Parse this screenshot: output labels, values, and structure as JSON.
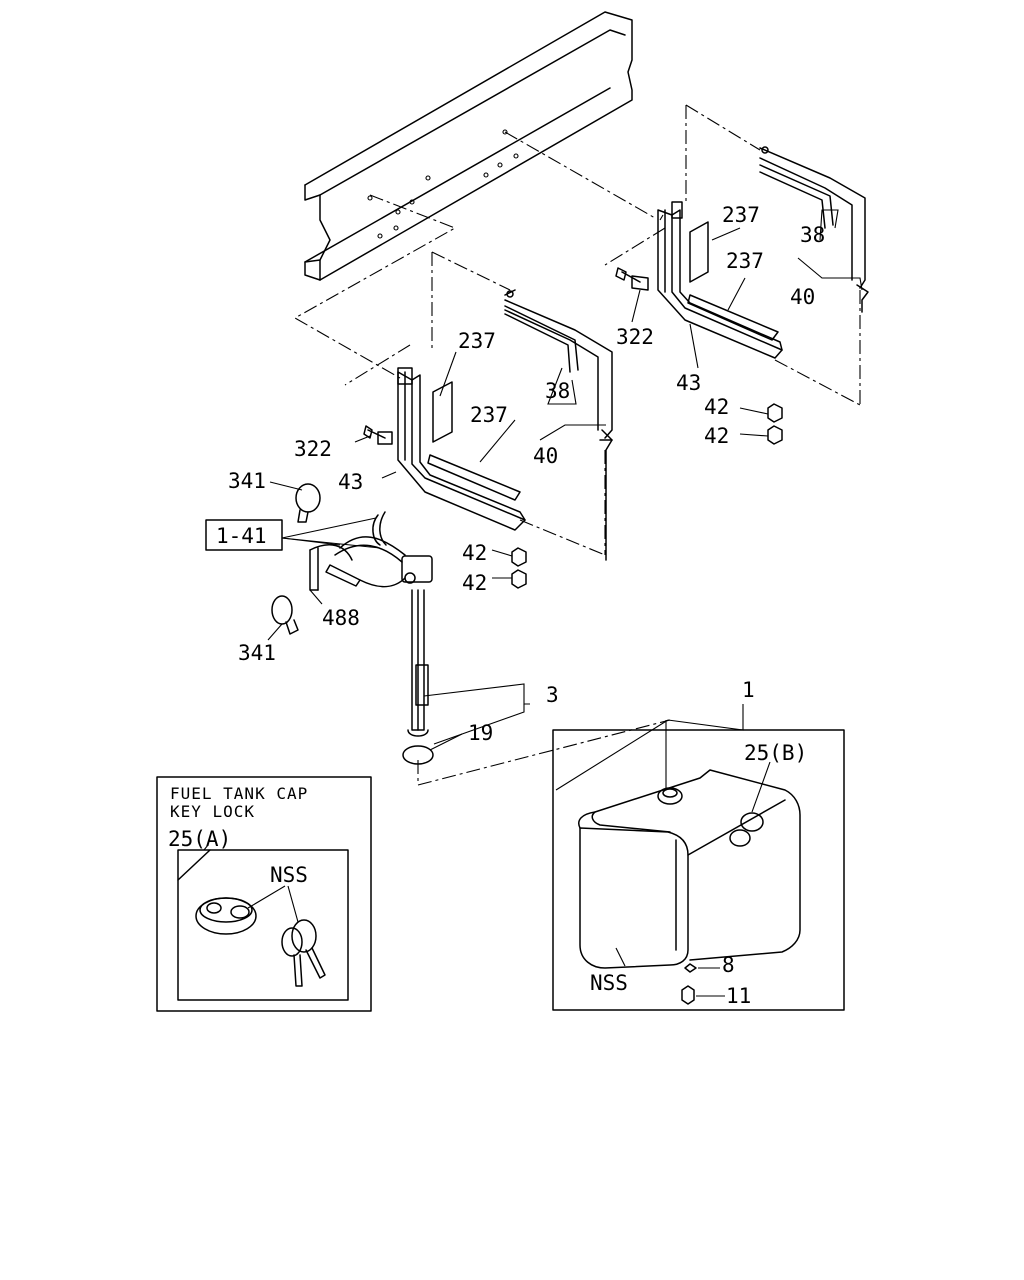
{
  "callouts": {
    "p237": "237",
    "p38": "38",
    "p40": "40",
    "p322": "322",
    "p43": "43",
    "p42": "42",
    "p341": "341",
    "p1_41": "1-41",
    "p488": "488",
    "p3": "3",
    "p19": "19",
    "p1": "1",
    "p25b": "25(B)",
    "p25a": "25(A)",
    "nss": "NSS",
    "p8": "8",
    "p11": "11"
  },
  "inset": {
    "title_line1": "FUEL TANK CAP",
    "title_line2": "KEY LOCK"
  }
}
